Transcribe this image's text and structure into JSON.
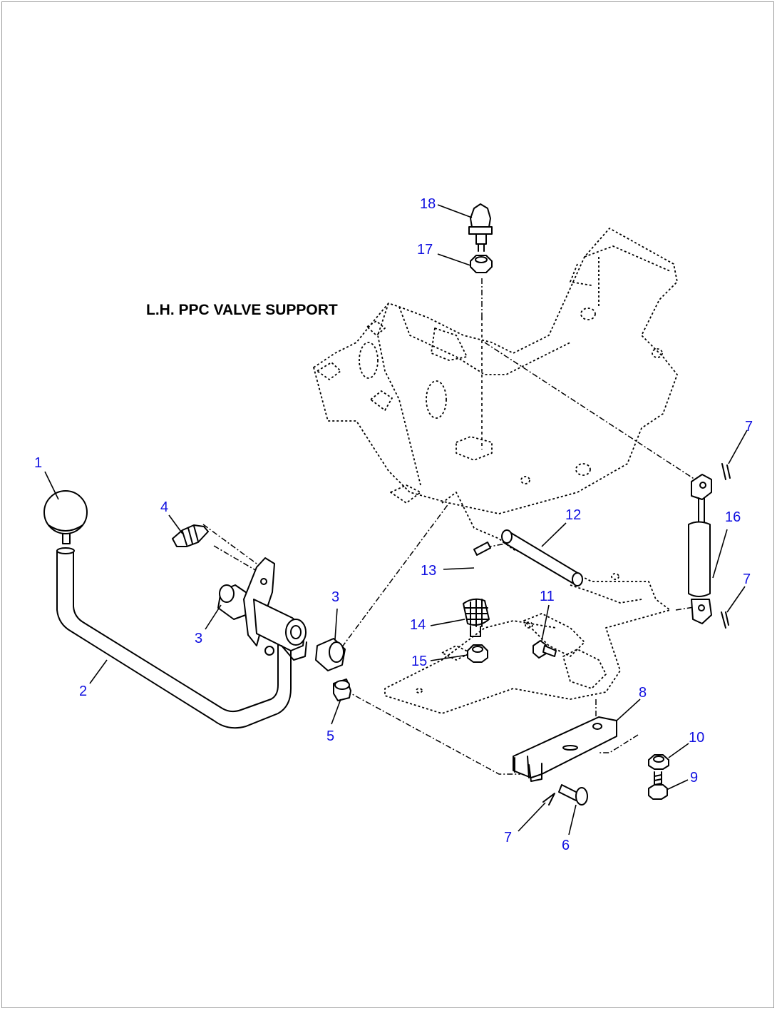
{
  "title": "L.H. PPC VALVE SUPPORT",
  "colors": {
    "callout": "#1010e0",
    "line": "#000000",
    "background": "#ffffff",
    "frame": "#999999"
  },
  "callouts": [
    "1",
    "2",
    "3",
    "3",
    "4",
    "5",
    "6",
    "7",
    "7",
    "7",
    "8",
    "9",
    "10",
    "11",
    "12",
    "13",
    "14",
    "15",
    "16",
    "17",
    "18"
  ]
}
